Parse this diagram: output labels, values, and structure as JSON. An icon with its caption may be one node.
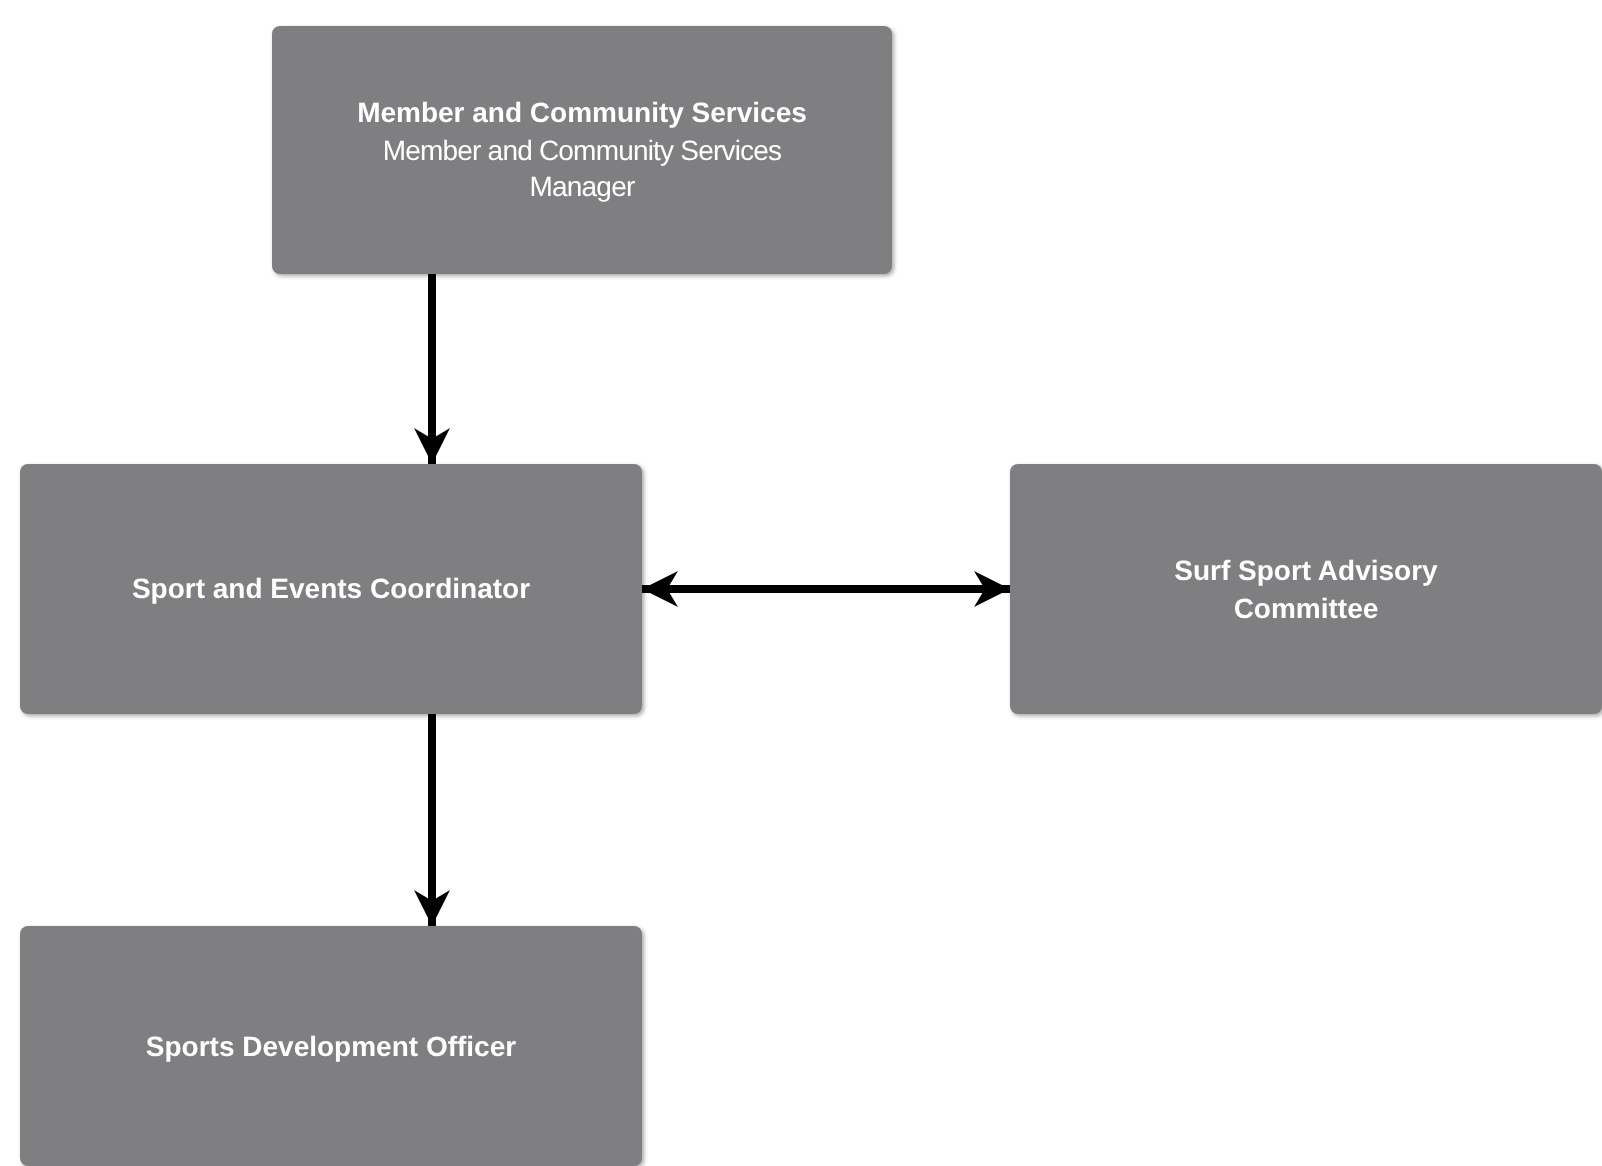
{
  "diagram": {
    "nodes": [
      {
        "text": [
          "Member and Community Services",
          "Member and Community Services Manager"
        ]
      },
      {
        "text": [
          "Sport and Events Coordinator"
        ]
      },
      {
        "text": [
          "Surf Sport Advisory Committee"
        ]
      },
      {
        "text": [
          "Sports Development Officer"
        ]
      }
    ],
    "edges": [
      {
        "from": 0,
        "to": 1,
        "arrow": "to"
      },
      {
        "from": 1,
        "to": 2,
        "arrow": "both"
      },
      {
        "from": 1,
        "to": 3,
        "arrow": "to"
      }
    ]
  }
}
